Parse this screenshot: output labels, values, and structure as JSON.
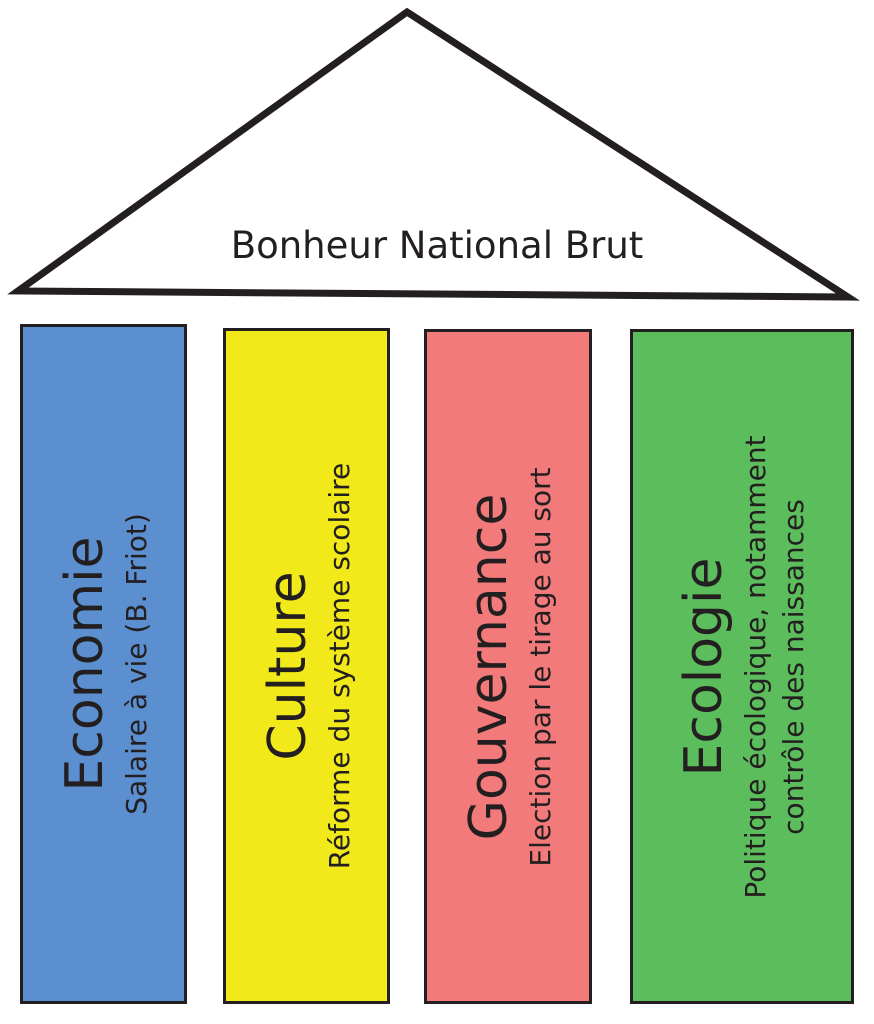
{
  "title": "Bonheur National Brut",
  "colors": {
    "outline": "#231f20",
    "roof_fill": "#ffffff"
  },
  "pillars": [
    {
      "title": "Economie",
      "lines": [
        "Salaire à vie (B. Friot)"
      ],
      "color": "#5b8fcf"
    },
    {
      "title": "Culture",
      "lines": [
        "Réforme du système scolaire"
      ],
      "color": "#f1e919"
    },
    {
      "title": "Gouvernance",
      "lines": [
        "Election par le tirage au sort"
      ],
      "color": "#f27a7a"
    },
    {
      "title": "Ecologie",
      "lines": [
        "Politique écologique, notamment",
        "contrôle des naissances"
      ],
      "color": "#5cbd5c"
    }
  ]
}
